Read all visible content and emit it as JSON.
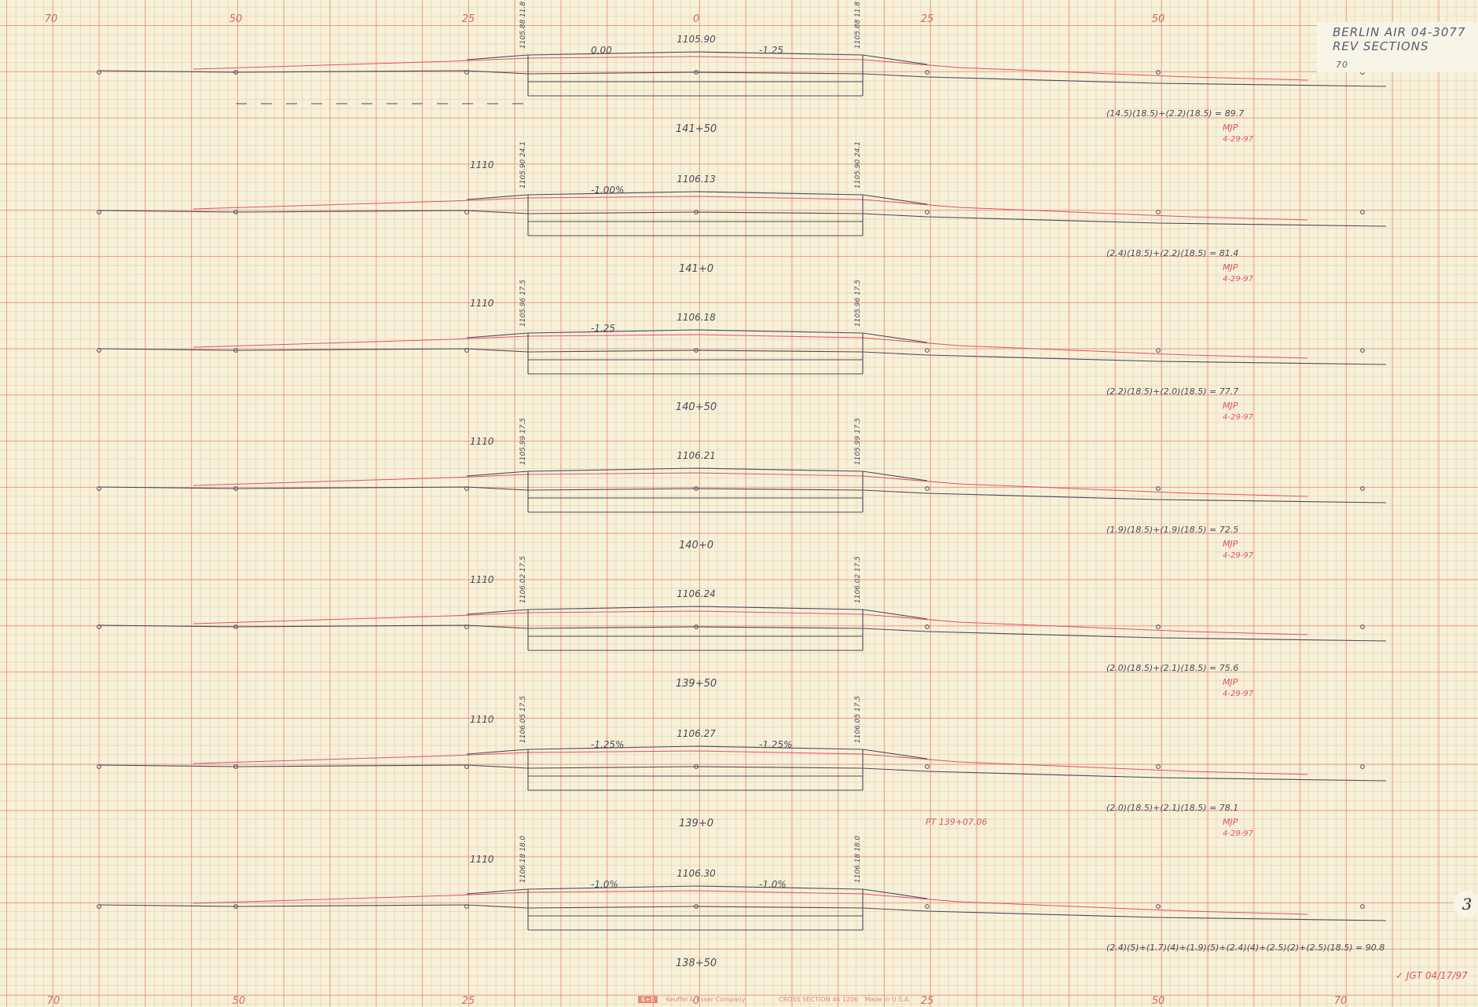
{
  "title_block": {
    "line1": "BERLIN AIR 04-3077",
    "line2": "REV SECTIONS",
    "line3": "70"
  },
  "sheet_number": "3",
  "top_scale": [
    "70",
    "50",
    "25",
    "0",
    "25",
    "50"
  ],
  "bottom_scale": [
    "70",
    "50",
    "25",
    "0",
    "25",
    "50",
    "70"
  ],
  "footer": {
    "brand": "Keuffel & Esser Company",
    "form": "CROSS SECTION 46 1206",
    "made_in": "Made in U.S.A."
  },
  "signoff": "✓ JGT 04/17/97",
  "sections": [
    {
      "station": "141+50",
      "centerline_elev": "1105.90",
      "elev_label": "",
      "slopes": [
        "0.00",
        "-1.25"
      ],
      "left_vertical": "1105.88 11.8",
      "area_calc": "(14.5)(18.5)+(2.2)(18.5) = 89.7",
      "initials": "MJP",
      "date": "4-29-97"
    },
    {
      "station": "141+0",
      "centerline_elev": "1106.13",
      "elev_label": "1110",
      "slopes": [
        "-1.00%"
      ],
      "left_vertical": "1105.90 24.1",
      "area_calc": "(2.4)(18.5)+(2.2)(18.5) = 81.4",
      "initials": "MJP",
      "date": "4-29-97"
    },
    {
      "station": "140+50",
      "centerline_elev": "1106.18",
      "elev_label": "1110",
      "slopes": [
        "-1.25"
      ],
      "left_vertical": "1105.96 17.5",
      "area_calc": "(2.2)(18.5)+(2.0)(18.5) = 77.7",
      "initials": "MJP",
      "date": "4-29-97"
    },
    {
      "station": "140+0",
      "centerline_elev": "1106.21",
      "elev_label": "1110",
      "slopes": [],
      "left_vertical": "1105.99 17.5",
      "area_calc": "(1.9)(18.5)+(1.9)(18.5) = 72.5",
      "initials": "MJP",
      "date": "4-29-97"
    },
    {
      "station": "139+50",
      "centerline_elev": "1106.24",
      "elev_label": "1110",
      "slopes": [],
      "left_vertical": "1106.02 17.5",
      "area_calc": "(2.0)(18.5)+(2.1)(18.5) = 75.6",
      "initials": "MJP",
      "date": "4-29-97"
    },
    {
      "station": "139+0",
      "centerline_elev": "1106.27",
      "elev_label": "1110",
      "slopes": [
        "-1.25%",
        "-1.25%"
      ],
      "left_vertical": "1106.05 17.5",
      "area_calc": "(2.0)(18.5)+(2.1)(18.5) = 78.1",
      "initials": "MJP",
      "date": "4-29-97",
      "note": "PT 139+07.06"
    },
    {
      "station": "138+50",
      "centerline_elev": "1106.30",
      "elev_label": "1110",
      "slopes": [
        "-1.0%",
        "-1.0%"
      ],
      "left_vertical": "1106.18 18.0",
      "area_calc": "(2.4)(5)+(1.7)(4)+(1.9)(5)+(2.4)(4)+(2.5)(2)+(2.5)(18.5) = 90.8",
      "initials": "",
      "date": ""
    }
  ]
}
